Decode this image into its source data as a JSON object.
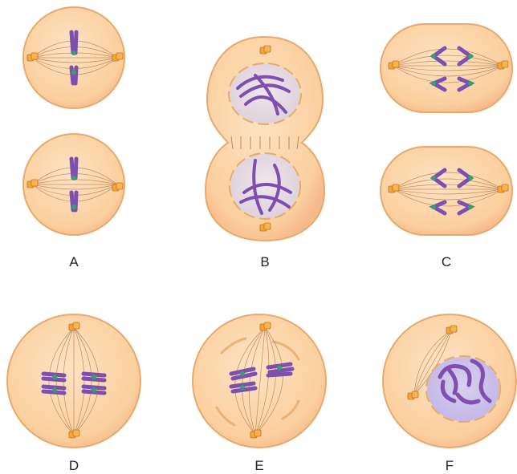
{
  "panels": [
    {
      "label": "A",
      "stage": "two-cells-metaphase"
    },
    {
      "label": "B",
      "stage": "telophase"
    },
    {
      "label": "C",
      "stage": "two-cells-anaphase"
    },
    {
      "label": "D",
      "stage": "metaphase"
    },
    {
      "label": "E",
      "stage": "prometaphase"
    },
    {
      "label": "F",
      "stage": "prophase"
    }
  ],
  "colors": {
    "cell_fill": "#fbd2a5",
    "cell_stroke": "#e8a96b",
    "nucleus_fill": "#eadfe6",
    "chromosome": "#7d4fb0",
    "centromere": "#2ea56a",
    "centrosome": "#f5a43a",
    "spindle": "#b5805a"
  }
}
